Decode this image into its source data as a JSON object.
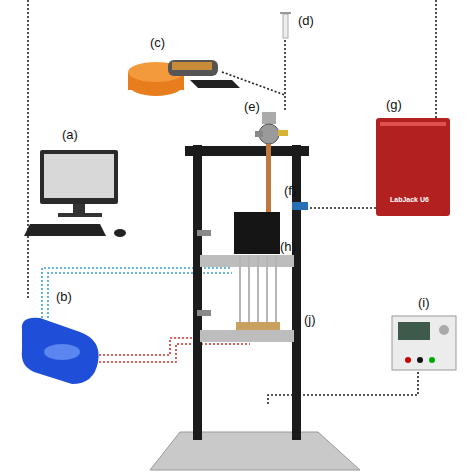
{
  "diagram": {
    "labels": [
      "(a)",
      "(b)",
      "(c)",
      "(d)",
      "(e)",
      "(f)",
      "(g)",
      "(h)",
      "(i)",
      "(j)",
      "LabJack U6"
    ]
  }
}
